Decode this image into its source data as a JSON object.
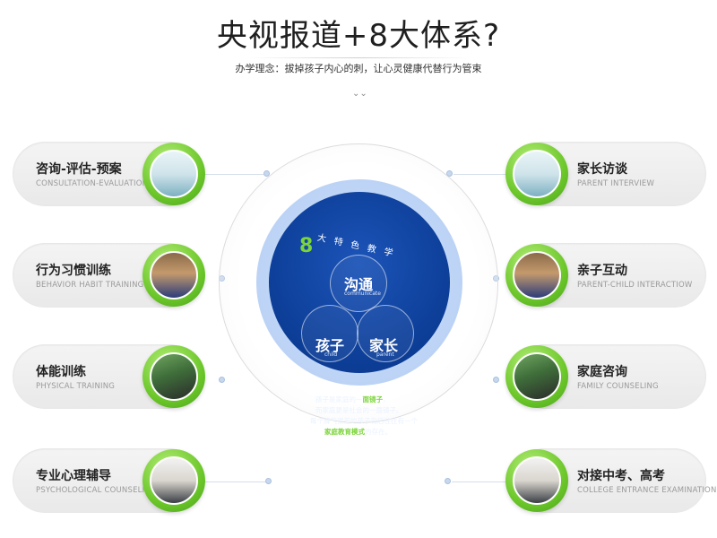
{
  "header": {
    "title": "央视报道+8大体系?",
    "subtitle": "办学理念：拔掉孩子内心的刺，让心灵健康代替行为管束",
    "scroll_icon": "chevron-down-double-icon"
  },
  "left_items": [
    {
      "zh": "咨询-评估-预案",
      "en": "CONSULTATION-EVALUATION",
      "icon": "consultation-photo"
    },
    {
      "zh": "行为习惯训练",
      "en": "BEHAVIOR HABIT TRAINING",
      "icon": "behavior-training-photo"
    },
    {
      "zh": "体能训练",
      "en": "PHYSICAL TRAINING",
      "icon": "physical-training-photo"
    },
    {
      "zh": "专业心理辅导",
      "en": "PSYCHOLOGICAL COUNSELI",
      "icon": "psychological-counseling-photo"
    }
  ],
  "right_items": [
    {
      "zh": "家长访谈",
      "en": "PARENT INTERVIEW",
      "icon": "parent-interview-photo"
    },
    {
      "zh": "亲子互动",
      "en": "PARENT-CHILD INTERACTIOW",
      "icon": "parent-child-photo"
    },
    {
      "zh": "家庭咨询",
      "en": "FAMILY COUNSELING",
      "icon": "family-counseling-photo"
    },
    {
      "zh": "对接中考、高考",
      "en": "COLLEGE ENTRANCE EXAMINATION",
      "icon": "exam-photo"
    }
  ],
  "center": {
    "badge_number": "8",
    "heading": "大特色教学",
    "circles": [
      {
        "zh": "沟通",
        "en": "communicate"
      },
      {
        "zh": "孩子",
        "en": "child"
      },
      {
        "zh": "家长",
        "en": "parent"
      }
    ],
    "text": {
      "line1_a": "孩子是家庭的一",
      "line1_b": "面镜子",
      "line1_c": "，",
      "line2": "而家庭更是社会的一面镜子。",
      "line3": "每个脾气很差的孩子背后往往有一个",
      "line4_a": "家庭教育模式",
      "line4_b": "的存在。"
    }
  },
  "colors": {
    "accent_green": "#7cd43b",
    "core_blue": "#0d3f99",
    "ring_light_blue": "#bcd3f6"
  }
}
